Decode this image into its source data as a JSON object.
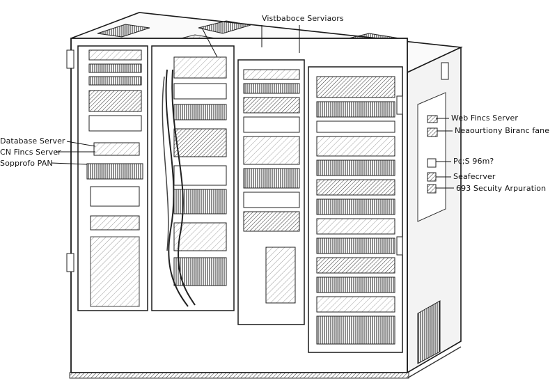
{
  "labels": {
    "top": "Vistbaboce Serviaors",
    "left": [
      "Database Server",
      "CN Fincs Server",
      "Sopprofo PAN"
    ],
    "right": [
      "Web Fincs Server",
      "Neaourtiony Biranc fane",
      "Pc;S 96m?",
      "Seafecrver",
      "693 Secuity Arpuration"
    ]
  },
  "colors": {
    "ink": "#1a1a1a",
    "paper": "#ffffff",
    "shade": "#6b6b6b"
  }
}
